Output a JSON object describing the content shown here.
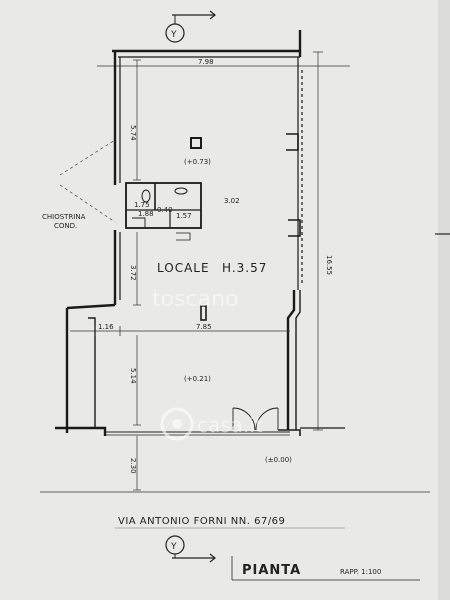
{
  "section_marker_top": "Y",
  "section_marker_bottom": "Y",
  "dim_width_top": "7.98",
  "dim_upper_height": "5.74",
  "dim_total_height": "16.55",
  "elev_upper": "(+0.73)",
  "chiostrina": "CHIOSTRINA",
  "chiostrina_sub": "COND.",
  "dim_wc_1": "1.75",
  "dim_wc_2": "1.88",
  "dim_wc_3": "0.40",
  "dim_wc_4": "1.57",
  "dim_wc_5": "3.02",
  "dim_mid_left": "3.72",
  "room_label": "LOCALE",
  "room_height": "H.3.57",
  "dim_left_small": "1.16",
  "dim_width_mid": "7.85",
  "dim_lower_height": "5.14",
  "elev_lower": "(+0.21)",
  "dim_bottom_small": "2.30",
  "elev_street": "(±0.00)",
  "street_name": "VIA ANTONIO FORNI NN. 67/69",
  "title": "PIANTA",
  "scale": "RAPP. 1:100",
  "watermark_1": "toscano",
  "watermark_2": "casa.it"
}
